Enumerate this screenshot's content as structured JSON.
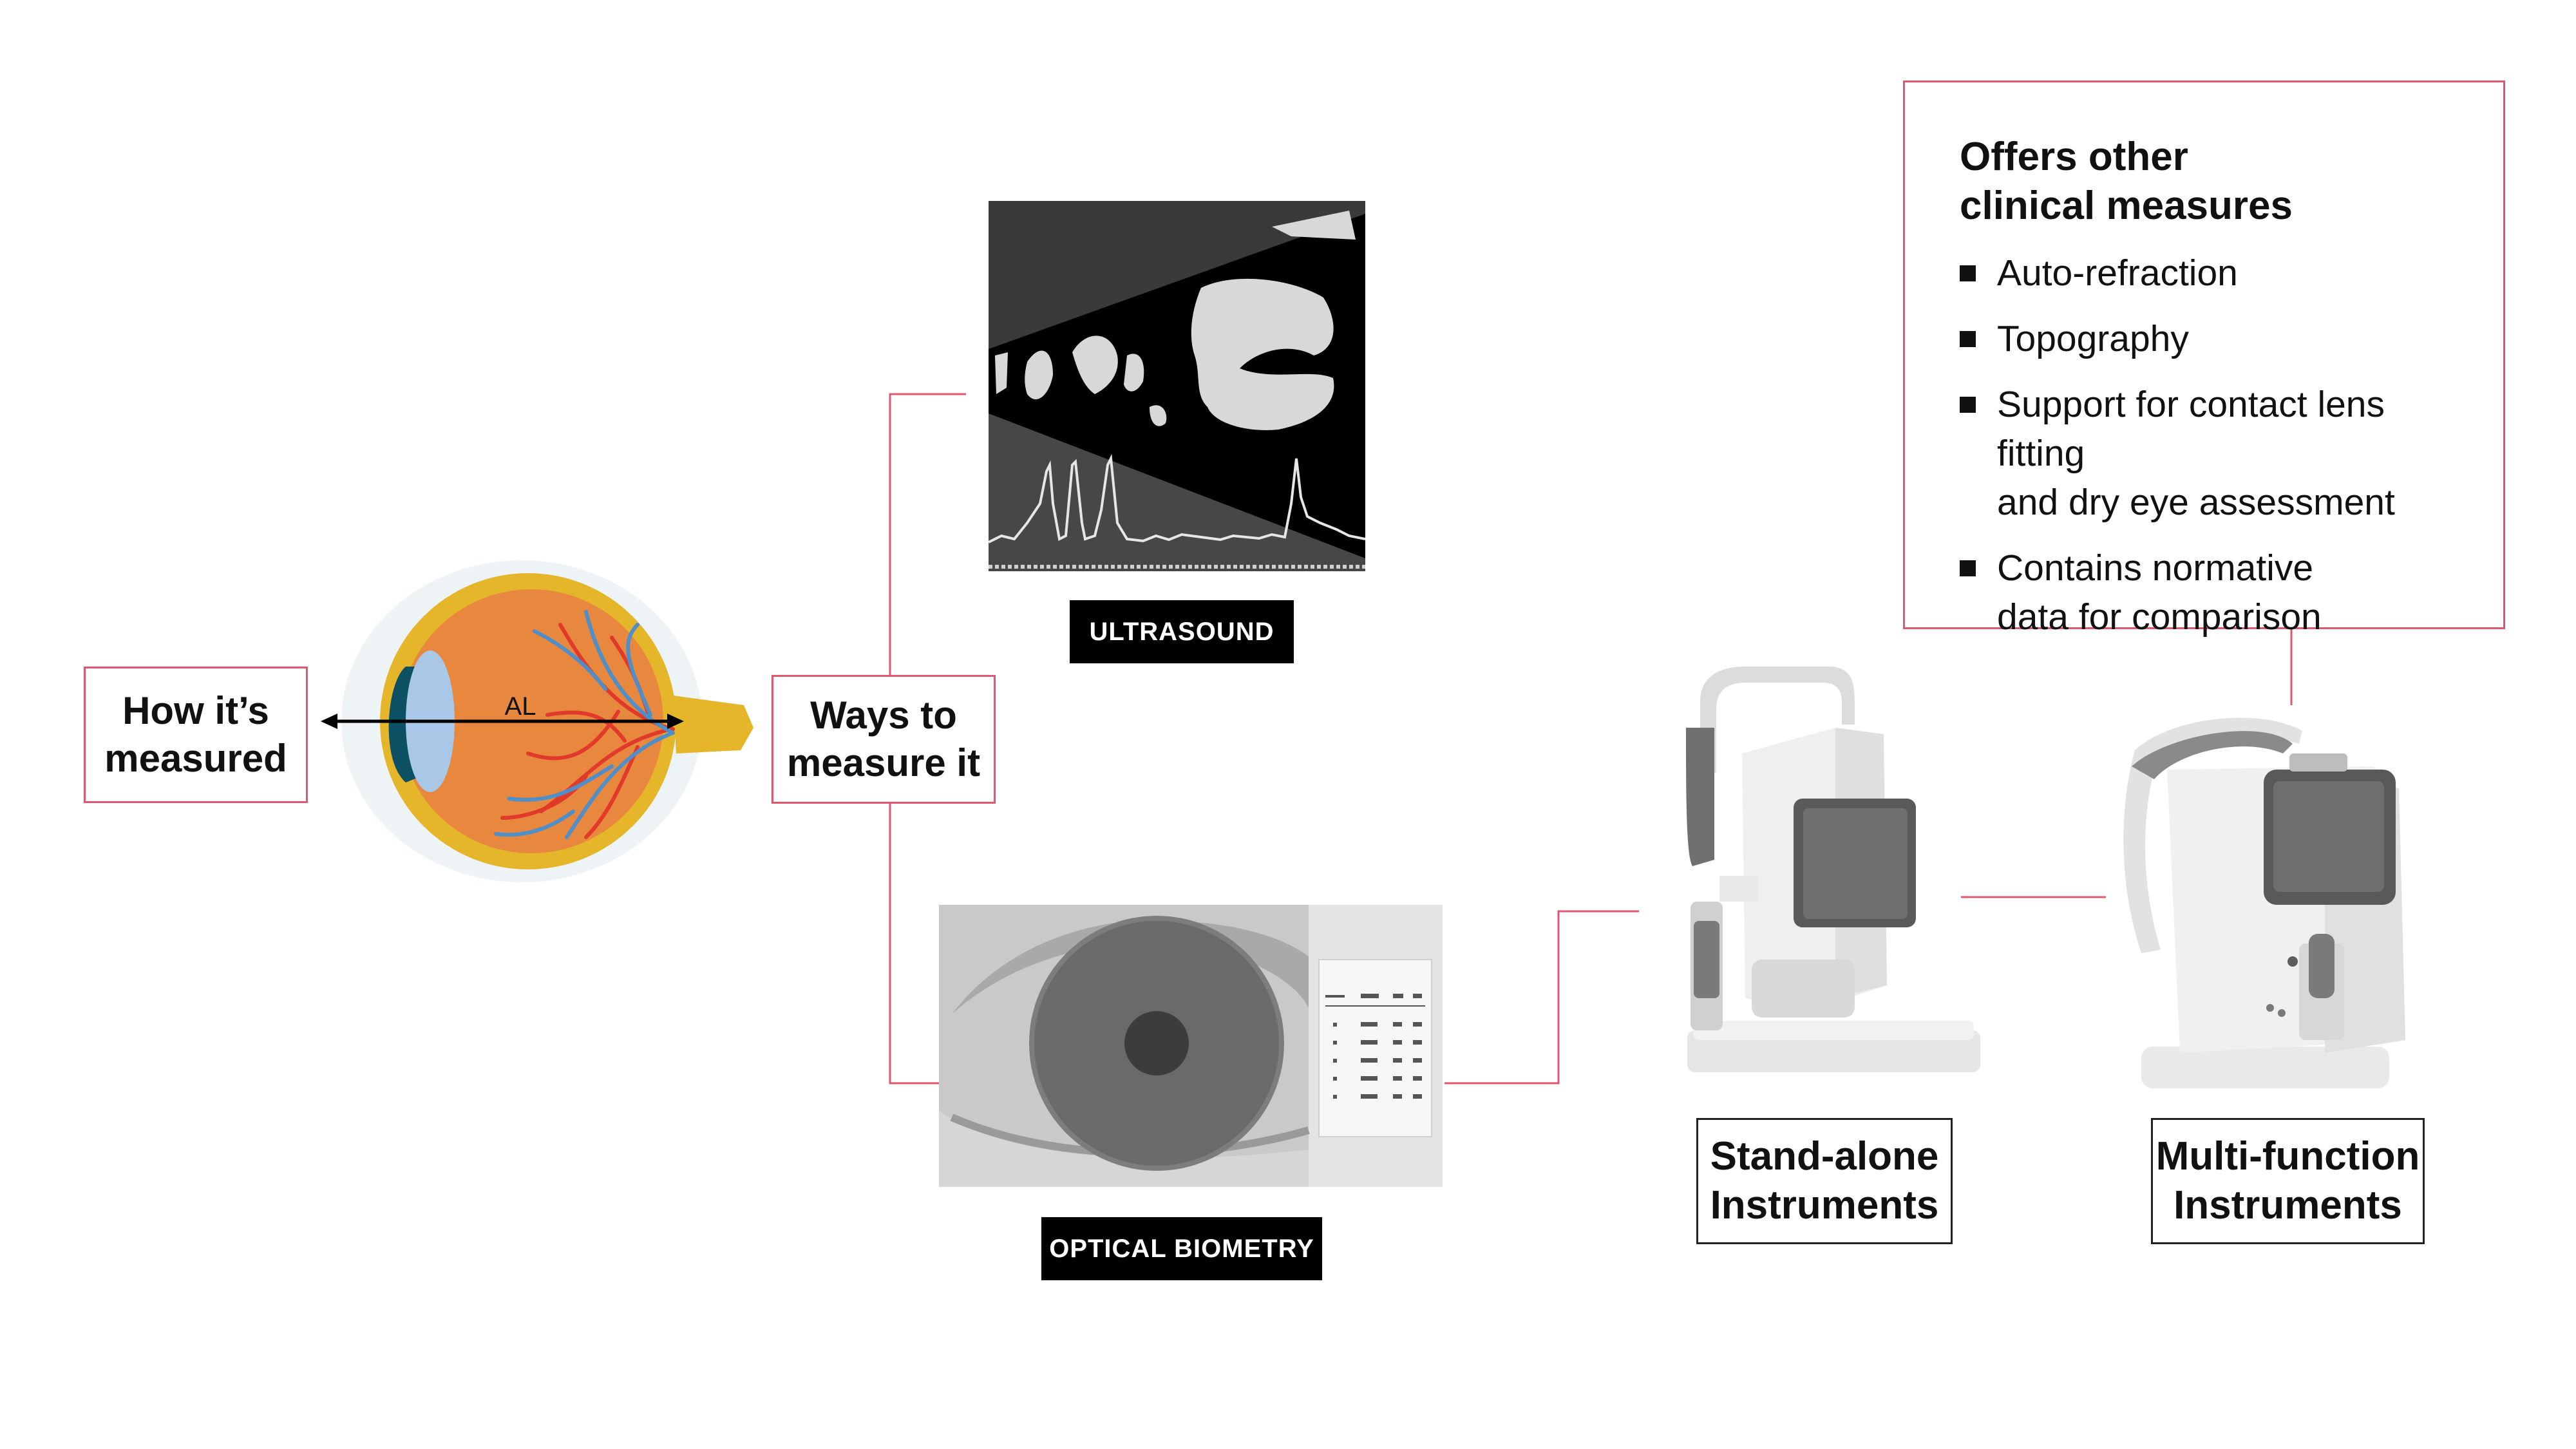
{
  "eye_label": "AL",
  "how_box": {
    "line1": "How it’s",
    "line2": "measured"
  },
  "ways_box": {
    "line1": "Ways to",
    "line2": "measure it"
  },
  "ultrasound_label": "ULTRASOUND",
  "optical_label": "OPTICAL BIOMETRY",
  "standalone_box": {
    "line1": "Stand-alone",
    "line2": "Instruments"
  },
  "multifunction_box": {
    "line1": "Multi-function",
    "line2": "Instruments"
  },
  "info": {
    "title_line1": "Offers other",
    "title_line2": "clinical measures",
    "items": [
      {
        "line1": "Auto-refraction",
        "line2": ""
      },
      {
        "line1": "Topography",
        "line2": ""
      },
      {
        "line1": "Support for contact lens fitting",
        "line2": "and dry eye assessment"
      },
      {
        "line1": "Contains normative",
        "line2": "data for comparison"
      }
    ]
  },
  "colors": {
    "accent_pink": "#e0576f",
    "eye_orange": "#e8873e",
    "eye_yellow": "#e5b52a",
    "cornea": "#0d4f63",
    "lens": "#a9c8e8",
    "vessel_red": "#e23a2a",
    "vessel_blue": "#4f8fc9"
  },
  "icons": [
    "eye-cross-section-icon",
    "ultrasound-scan-icon",
    "eye-closeup-icon",
    "standalone-instrument-icon",
    "multifunction-instrument-icon"
  ]
}
